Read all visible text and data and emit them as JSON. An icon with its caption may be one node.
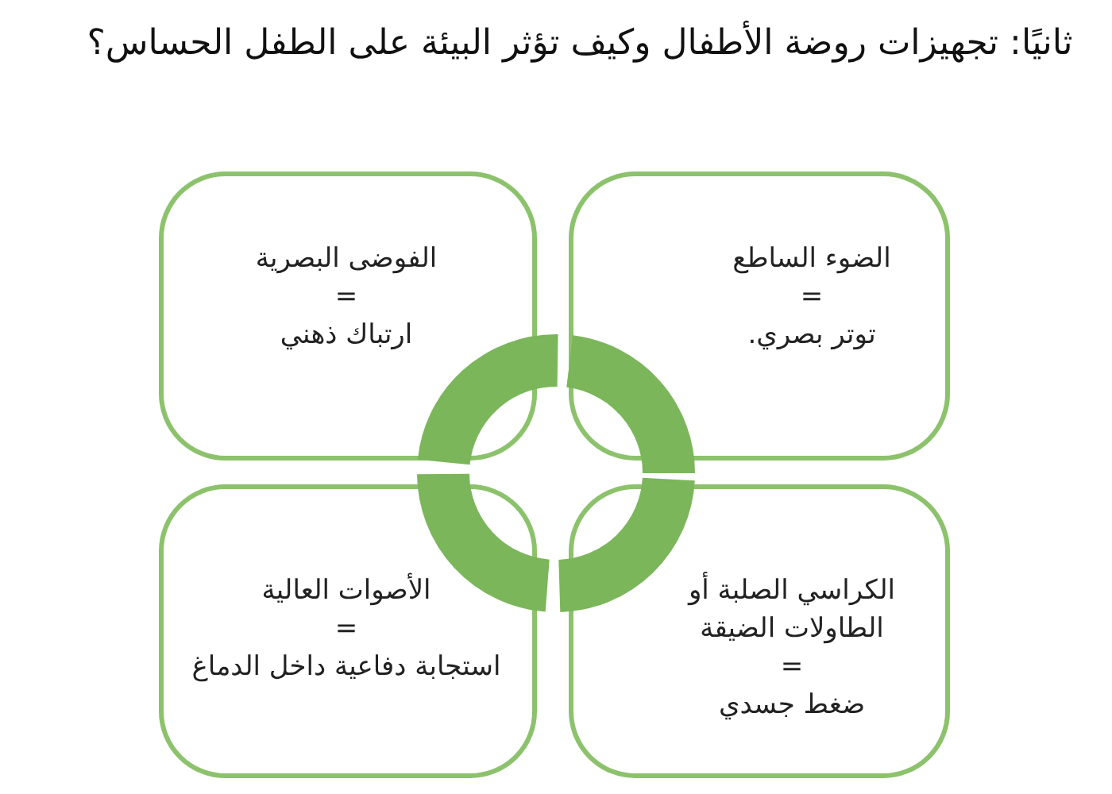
{
  "diagram": {
    "title": "ثانيًا: تجهيزات روضة الأطفال وكيف تؤثر البيئة على الطفل الحساس؟",
    "nodes": [
      {
        "text": [
          "الضوء الساطع",
          "=",
          "توتر بصري."
        ]
      },
      {
        "text": [
          "الفوضى البصرية",
          "=",
          "ارتباك ذهني"
        ]
      },
      {
        "text": [
          "الكراسي الصلبة أو الطاولات الضيقة",
          "=",
          "ضغط جسدي"
        ]
      },
      {
        "text": [
          "الأصوات العالية",
          "=",
          "استجابة دفاعية داخل الدماغ"
        ]
      }
    ]
  }
}
